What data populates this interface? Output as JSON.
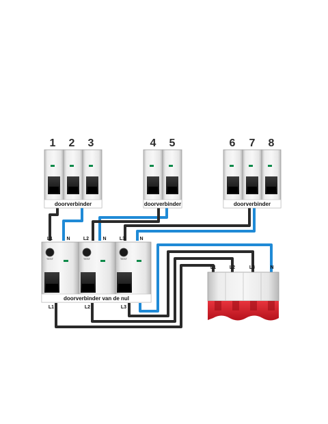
{
  "breakers": {
    "group1": {
      "numbers": [
        "1",
        "2",
        "3"
      ],
      "label": "doorverbinder"
    },
    "group2": {
      "numbers": [
        "4",
        "5"
      ],
      "label": "doorverbinder"
    },
    "group3": {
      "numbers": [
        "6",
        "7",
        "8"
      ],
      "label": "doorverbinder"
    }
  },
  "rcd": {
    "label": "doorverbinder van de nul",
    "top_terminals": [
      "L1",
      "N",
      "L2",
      "N",
      "L3",
      "N"
    ],
    "bottom_terminals": [
      "L1",
      "L2",
      "L3"
    ],
    "test_label": "TEST"
  },
  "main_switch": {
    "terminals": [
      "L1",
      "L2",
      "L3",
      "N"
    ]
  },
  "colors": {
    "phase_wire": "#2a2a2a",
    "neutral_wire": "#1f8ad6",
    "indicator": "#0e8a4a",
    "main_switch_red": "#d3202c"
  }
}
